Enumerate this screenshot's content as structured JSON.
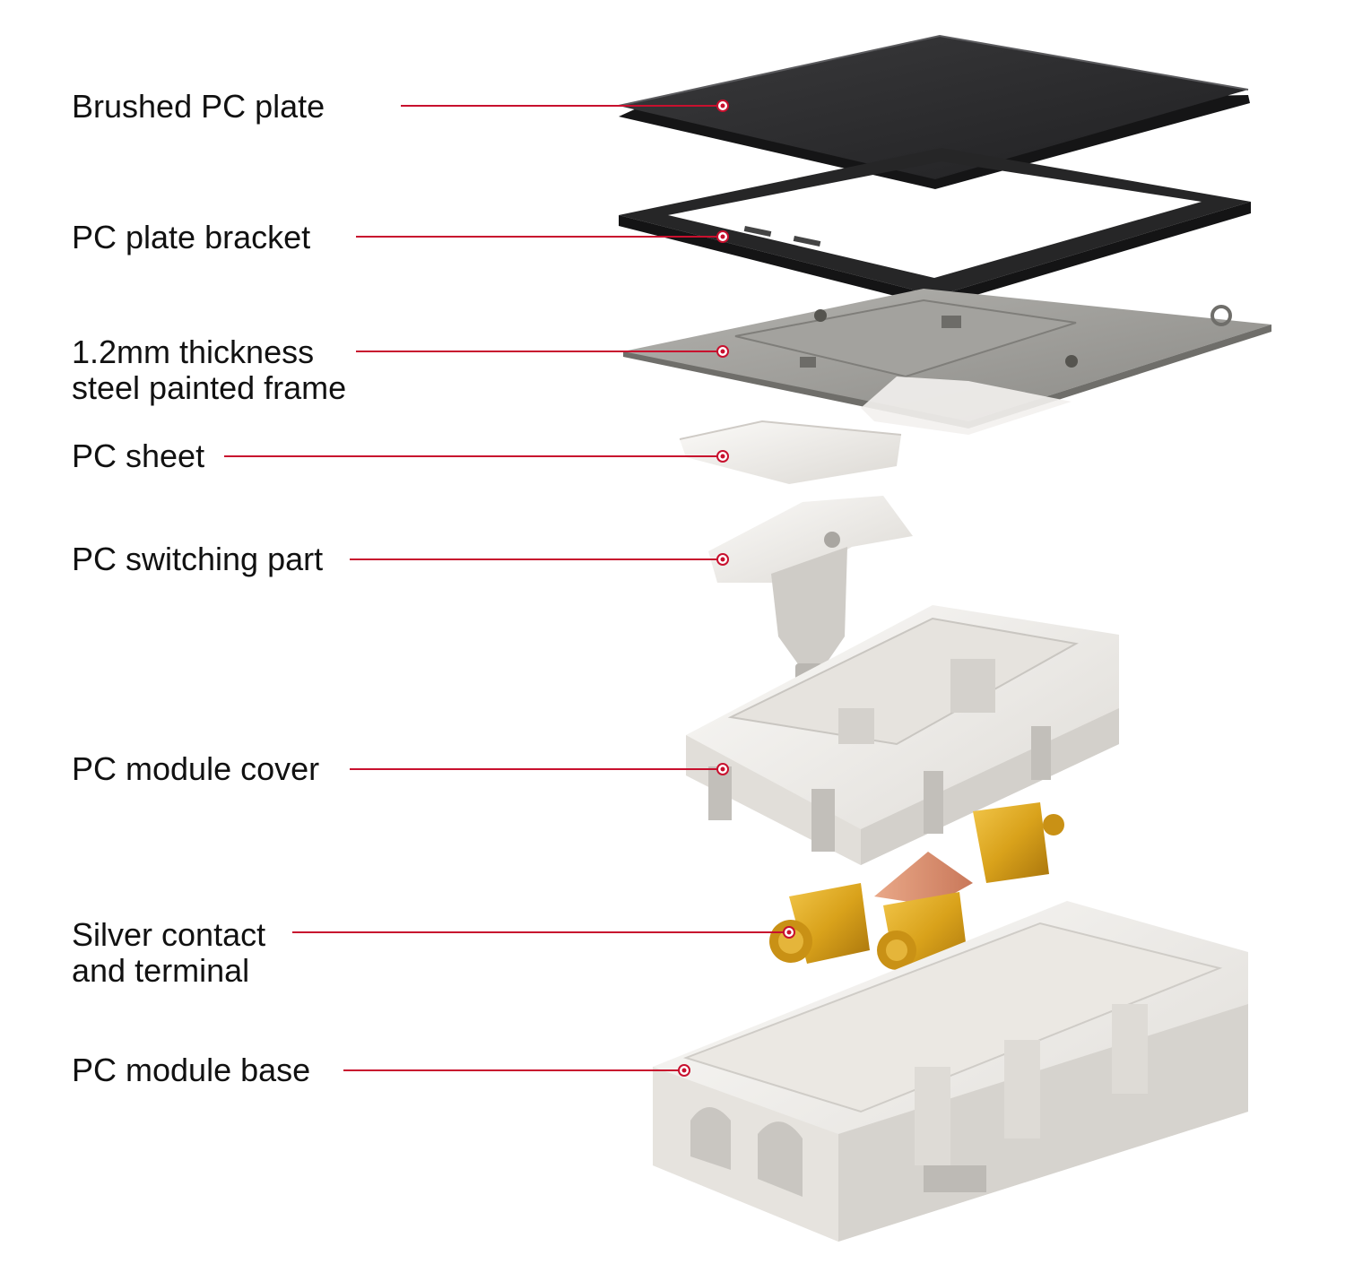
{
  "colors": {
    "leader_line": "#c8102e",
    "label_text": "#111111",
    "plate": "#2b2b2d",
    "frame_steel": "#9a9a96",
    "plastic": "#f1efec",
    "brass": "#d9a21b"
  },
  "components": [
    {
      "id": "brushed-pc-plate",
      "lines": [
        "Brushed PC plate"
      ]
    },
    {
      "id": "pc-plate-bracket",
      "lines": [
        "PC plate bracket"
      ]
    },
    {
      "id": "steel-painted-frame",
      "lines": [
        "1.2mm thickness",
        "steel painted frame"
      ]
    },
    {
      "id": "pc-sheet",
      "lines": [
        "PC sheet"
      ]
    },
    {
      "id": "pc-switching-part",
      "lines": [
        "PC switching part"
      ]
    },
    {
      "id": "pc-module-cover",
      "lines": [
        "PC module cover"
      ]
    },
    {
      "id": "silver-contact-terminal",
      "lines": [
        "Silver contact",
        "and terminal"
      ]
    },
    {
      "id": "pc-module-base",
      "lines": [
        "PC module base"
      ]
    }
  ]
}
